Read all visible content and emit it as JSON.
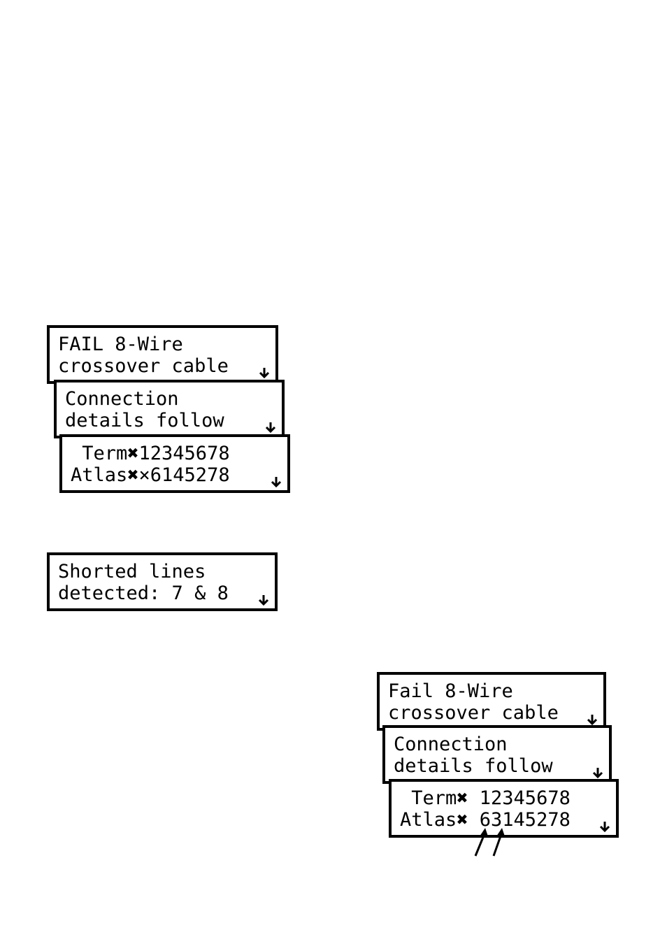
{
  "panels": [
    {
      "line1": "FAIL 8-Wire",
      "line2": "crossover cable"
    },
    {
      "line1": "Connection",
      "line2": "details follow"
    },
    {
      "line1": " Term✖12345678",
      "line2": "Atlas✖×6145278"
    },
    {
      "line1": "Shorted lines",
      "line2": "detected: 7 & 8"
    },
    {
      "line1": "Fail 8-Wire",
      "line2": "crossover cable"
    },
    {
      "line1": "Connection",
      "line2": "details follow"
    },
    {
      "line1": " Term✖ 12345678",
      "line2": "Atlas✖ 63145278"
    }
  ],
  "icons": {
    "scroll": "down-arrow-icon",
    "pointer": "pointer-arrow-icon"
  },
  "colors": {
    "ink": "#000000",
    "paper": "#ffffff"
  }
}
